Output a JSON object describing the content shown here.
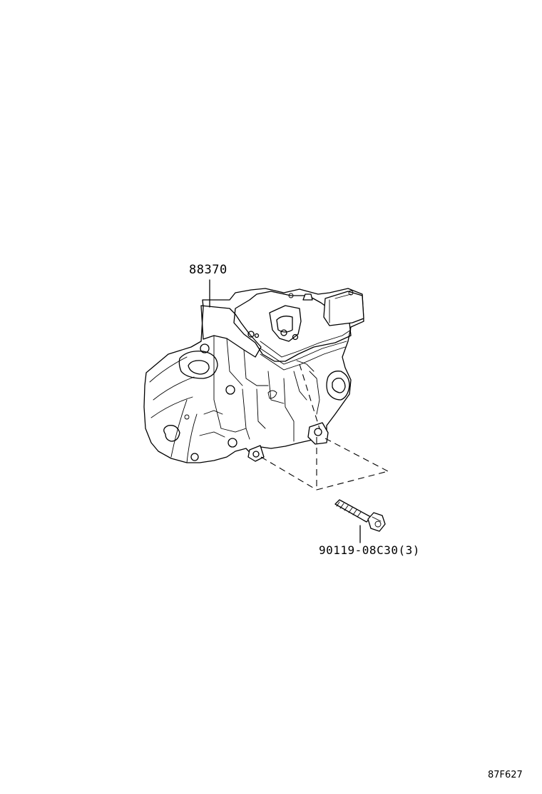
{
  "callouts": {
    "main_part": "88370",
    "bolt_part": "90119-08C30(3)"
  },
  "figure_code": "87F627"
}
